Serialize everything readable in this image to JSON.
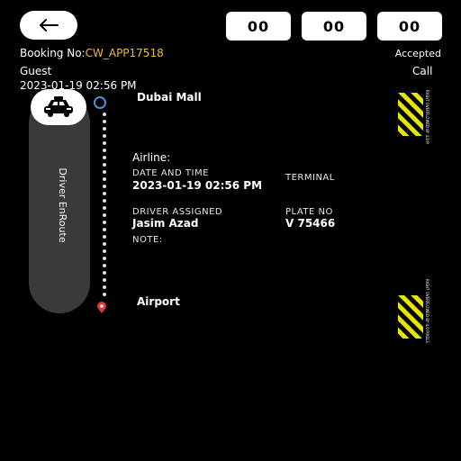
{
  "timer": {
    "hours": "00",
    "minutes": "00",
    "seconds": "00"
  },
  "booking": {
    "label": "Booking No:",
    "number": "CW_APP17518",
    "status": "Accepted",
    "passenger": "Guest",
    "call_label": "Call",
    "datetime": "2023-01-19 02:56 PM"
  },
  "trip": {
    "status": "Driver EnRoute",
    "pickup": "Dubai Mall",
    "dropoff": "Airport"
  },
  "details": {
    "airline_label": "Airline:",
    "datetime_label": "DATE AND TIME",
    "datetime_value": "2023-01-19 02:56 PM",
    "terminal_label": "TERMINAL",
    "driver_label": "DRIVER ASSIGNED",
    "driver_value": "Jasim Azad",
    "plate_label": "PLATE NO",
    "plate_value": "V 75466",
    "note_label": "NOTE:"
  },
  "debug": {
    "overflow_text": "RIGHT OVERFLOWED BY 4.0 PIXELS"
  },
  "colors": {
    "background": "#000000",
    "booking_accent": "#e8b84a",
    "pill": "#3a3a3a",
    "origin_marker": "#4e8fd6",
    "destination_marker": "#e53935"
  },
  "icons": {
    "back": "arrow-left-icon",
    "car": "taxi-icon",
    "origin": "origin-ring-icon",
    "destination": "location-pin-icon"
  }
}
